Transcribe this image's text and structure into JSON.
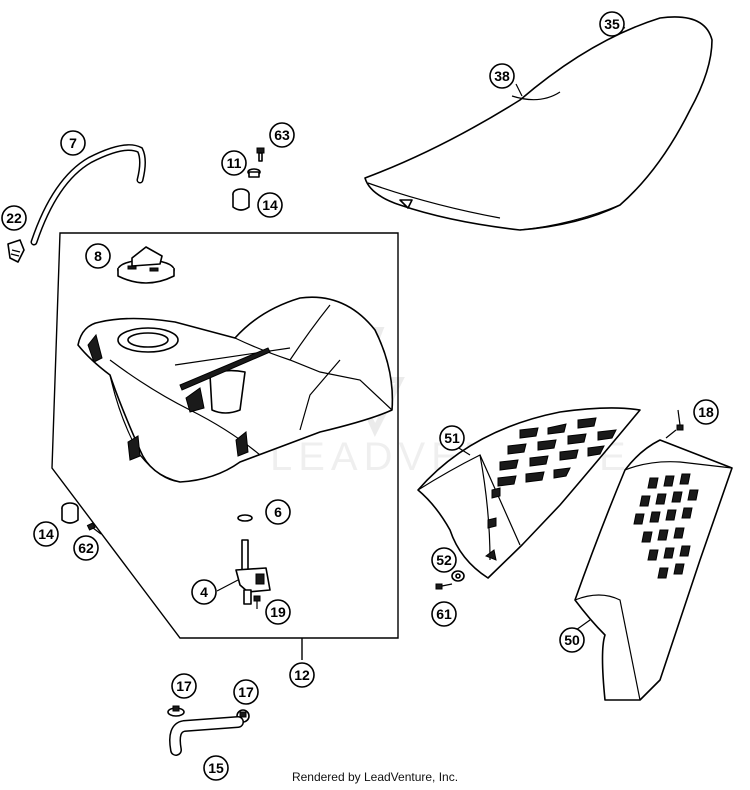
{
  "callouts": {
    "c35": "35",
    "c38": "38",
    "c7": "7",
    "c63": "63",
    "c11": "11",
    "c14a": "14",
    "c22": "22",
    "c8": "8",
    "c51": "51",
    "c18": "18",
    "c6": "6",
    "c14b": "14",
    "c62": "62",
    "c4": "4",
    "c19": "19",
    "c52": "52",
    "c61": "61",
    "c50": "50",
    "c12": "12",
    "c17a": "17",
    "c17b": "17",
    "c15": "15"
  },
  "watermark": "LEADVENTURE",
  "credit": "Rendered by LeadVenture, Inc."
}
